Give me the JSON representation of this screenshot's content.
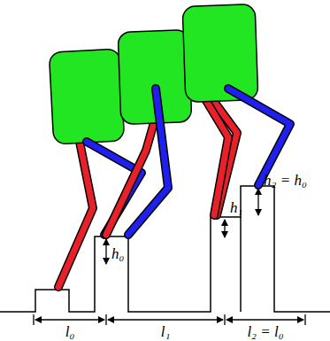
{
  "diagram": {
    "labels": [
      "h₂ = h₀",
      "h₀",
      "h₁",
      "l₀",
      "l₁",
      "l₂ = l₀"
    ]
  }
}
